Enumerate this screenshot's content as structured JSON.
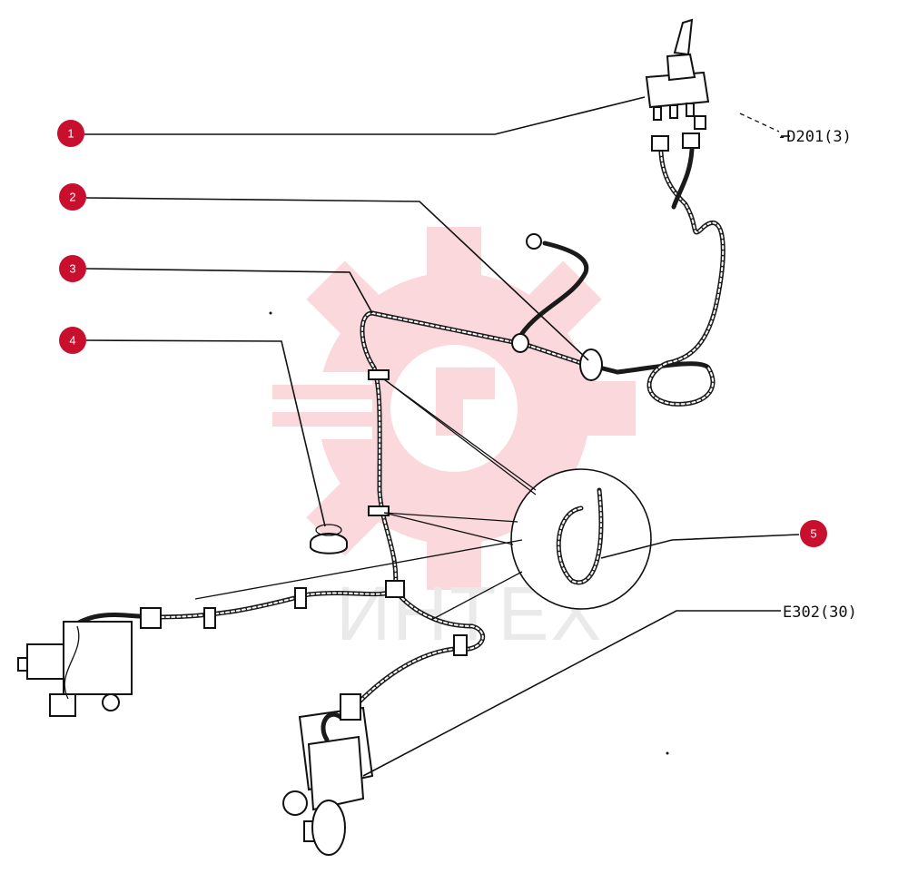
{
  "diagram": {
    "callouts": [
      {
        "label": "1",
        "color": "#c8102e"
      },
      {
        "label": "2",
        "color": "#c8102e"
      },
      {
        "label": "3",
        "color": "#c8102e"
      },
      {
        "label": "4",
        "color": "#c8102e"
      },
      {
        "label": "5",
        "color": "#c8102e"
      }
    ],
    "references": [
      "-D201(3)",
      "E302(30)"
    ],
    "watermark": {
      "text": "ИНТЕХ",
      "color": "#f4c6cb"
    }
  }
}
